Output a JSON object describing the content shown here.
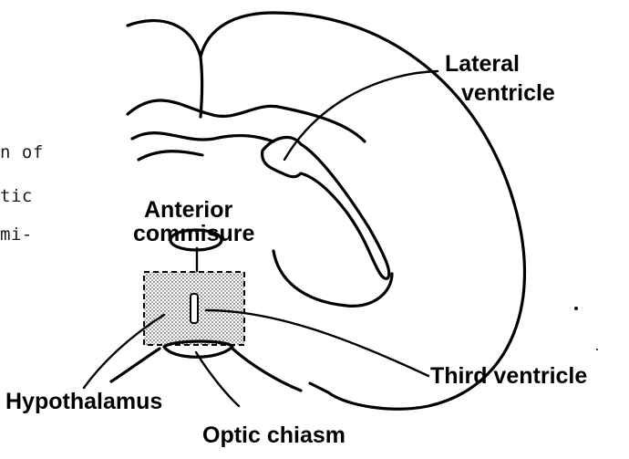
{
  "side_text": [
    "n of",
    "tic",
    "mi-"
  ],
  "labels": {
    "lateral_ventricle": [
      "Lateral",
      "ventricle"
    ],
    "anterior_commissure": [
      "Anterior",
      "commisure"
    ],
    "third_ventricle": "Third ventricle",
    "hypothalamus": "Hypothalamus",
    "optic_chiasm": "Optic chiasm"
  }
}
